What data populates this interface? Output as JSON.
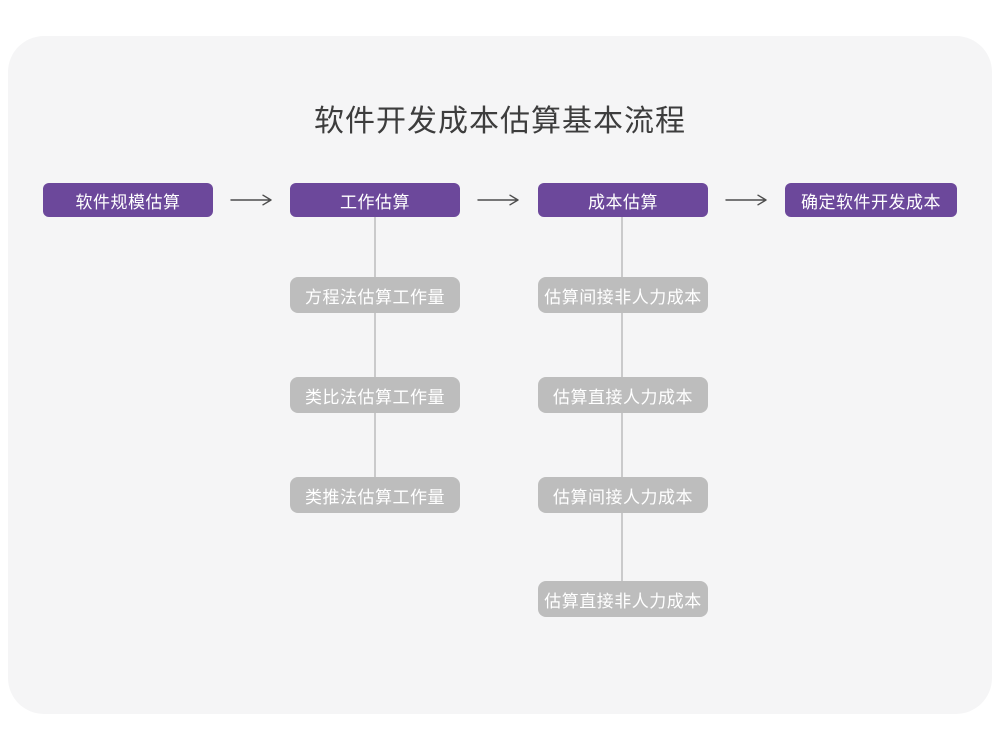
{
  "title": "软件开发成本估算基本流程",
  "main_steps": [
    {
      "label": "软件规模估算"
    },
    {
      "label": "工作估算"
    },
    {
      "label": "成本估算"
    },
    {
      "label": "确定软件开发成本"
    }
  ],
  "work_substeps": [
    "方程法估算工作量",
    "类比法估算工作量",
    "类推法估算工作量"
  ],
  "cost_substeps": [
    "估算间接非人力成本",
    "估算直接人力成本",
    "估算间接人力成本",
    "估算直接非人力成本"
  ],
  "colors": {
    "page_bg": "#ffffff",
    "panel_bg": "#f5f5f6",
    "primary": "#6c489b",
    "secondary": "#bdbdbd",
    "connector": "#cacacb",
    "arrow": "#4d4d4d",
    "title_text": "#3d3d3d",
    "box_text": "#ffffff"
  }
}
